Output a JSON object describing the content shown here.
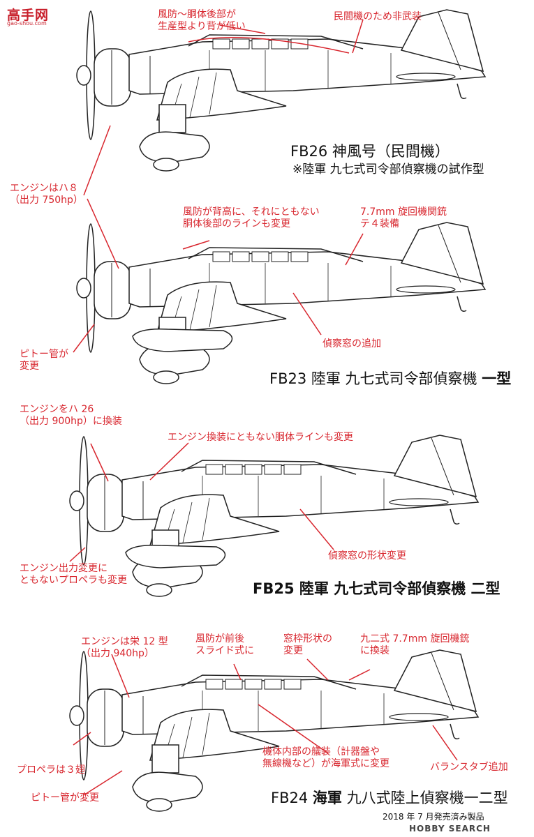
{
  "logo": {
    "text": "高手网",
    "sub": "gao-shou.com"
  },
  "aircraft": [
    {
      "id": "fb26",
      "caption": "FB26 神風号（民間機）",
      "subcaption": "※陸軍 九七式司令部偵察機の試作型",
      "annotations": [
        "風防～胴体後部が\n生産型より背が低い",
        "民間機のため非武装",
        "エンジンはハ８\n（出力 750hp）"
      ]
    },
    {
      "id": "fb23",
      "caption_normal": "FB23 陸軍 九七式司令部偵察機 ",
      "caption_bold": "一型",
      "annotations": [
        "風防が背高に、それにともない\n胴体後部のラインも変更",
        "7.7mm 旋回機関銃\nテ４装備",
        "偵察窓の追加",
        "ピトー管が\n変更"
      ]
    },
    {
      "id": "fb25",
      "caption_bold": "FB25 陸軍 九七式司令部偵察機 二型",
      "annotations": [
        "エンジンをハ 26\n（出力 900hp）に換装",
        "エンジン換装にともない胴体ラインも変更",
        "偵察窓の形状変更",
        "エンジン出力変更に\nともないプロペラも変更"
      ]
    },
    {
      "id": "fb24",
      "caption_pre": "FB24 ",
      "caption_bold": "海軍",
      "caption_post": " 九八式陸上偵察機一二型",
      "annotations": [
        "エンジンは栄 12 型\n（出力 940hp）",
        "風防が前後\nスライド式に",
        "窓枠形状の\n変更",
        "九二式 7.7mm 旋回機銃\nに換装",
        "機体内部の艤装（計器盤や\n無線機など）が海軍式に変更",
        "バランスタブ追加",
        "プロペラは３翅",
        "ピトー管が変更"
      ]
    }
  ],
  "footnote": "2018 年 7 月発売済み製品",
  "watermark": "HOBBY SEARCH",
  "colors": {
    "annotation": "#d8262e",
    "line": "#222222"
  }
}
